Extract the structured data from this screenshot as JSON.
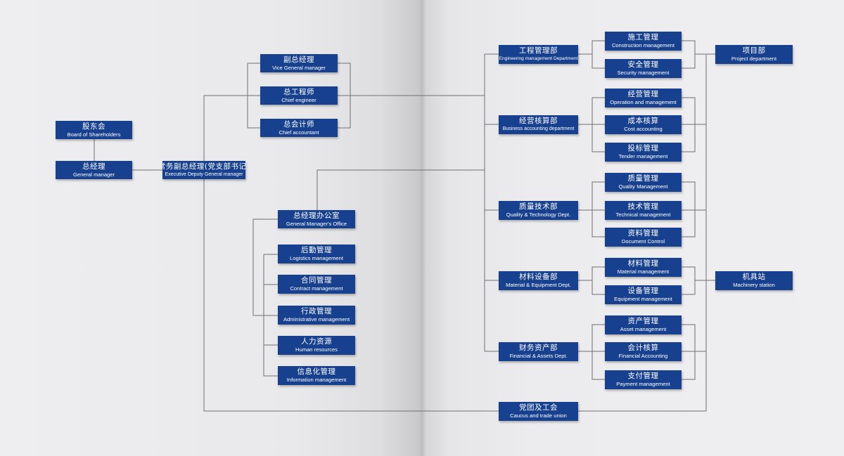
{
  "nodes": {
    "board": {
      "zh": "股东会",
      "en": "Board of Shareholders"
    },
    "gm": {
      "zh": "总经理",
      "en": "General manager"
    },
    "exec_deputy": {
      "zh": "常务副总经理(党支部书记)",
      "en": "Executive Deputy General manager"
    },
    "vice_gm": {
      "zh": "副总经理",
      "en": "Vice General manager"
    },
    "chief_engineer": {
      "zh": "总工程师",
      "en": "Chief engineer"
    },
    "chief_accountant": {
      "zh": "总会计师",
      "en": "Chief accountant"
    },
    "gm_office": {
      "zh": "总经理办公室",
      "en": "General Manager's Office"
    },
    "logistics": {
      "zh": "后勤管理",
      "en": "Logistics management"
    },
    "contract": {
      "zh": "合同管理",
      "en": "Contract management"
    },
    "administrative": {
      "zh": "行政管理",
      "en": "Administrative management"
    },
    "hr": {
      "zh": "人力资源",
      "en": "Human resources"
    },
    "info_mgmt": {
      "zh": "信息化管理",
      "en": "Information management"
    },
    "eng_dept": {
      "zh": "工程管理部",
      "en": "Engineering management Department"
    },
    "biz_dept": {
      "zh": "经营核算部",
      "en": "Business accounting department"
    },
    "quality_dept": {
      "zh": "质量技术部",
      "en": "Quality & Technology Dept."
    },
    "material_dept": {
      "zh": "材料设备部",
      "en": "Material & Equipment Dept."
    },
    "finance_dept": {
      "zh": "财务资产部",
      "en": "Financial & Assets Dept."
    },
    "party": {
      "zh": "党团及工会",
      "en": "Caucus and trade union"
    },
    "construction": {
      "zh": "施工管理",
      "en": "Construction management"
    },
    "security": {
      "zh": "安全管理",
      "en": "Security management"
    },
    "operation": {
      "zh": "经营管理",
      "en": "Operation and management"
    },
    "cost": {
      "zh": "成本核算",
      "en": "Cost accounting"
    },
    "tender": {
      "zh": "投标管理",
      "en": "Tender management"
    },
    "quality_mgmt": {
      "zh": "质量管理",
      "en": "Quality Management"
    },
    "technical": {
      "zh": "技术管理",
      "en": "Technical management"
    },
    "document": {
      "zh": "资料管理",
      "en": "Document Control"
    },
    "material_mgmt": {
      "zh": "材料管理",
      "en": "Material management"
    },
    "equipment": {
      "zh": "设备管理",
      "en": "Equipment management"
    },
    "asset": {
      "zh": "资产管理",
      "en": "Asset management"
    },
    "fin_accounting": {
      "zh": "会计核算",
      "en": "Financial Accounting"
    },
    "payment": {
      "zh": "支付管理",
      "en": "Payment management"
    },
    "project_dept": {
      "zh": "项目部",
      "en": "Project department"
    },
    "machinery": {
      "zh": "机具站",
      "en": "Machinery station"
    }
  },
  "colors": {
    "box": "#17418f",
    "text": "#ffffff",
    "line": "#6f6f72"
  }
}
